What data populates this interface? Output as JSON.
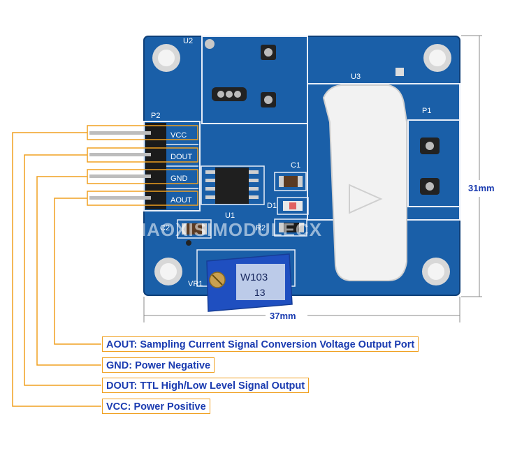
{
  "board": {
    "silk": {
      "u2": "U2",
      "u3": "U3",
      "p1": "P1",
      "p2": "P2",
      "c1": "C1",
      "c2": "C2",
      "d1": "D1",
      "r2": "R2",
      "u1": "U1",
      "vr1": "VR1"
    },
    "pins": [
      "VCC",
      "DOUT",
      "GND",
      "AOUT"
    ],
    "pot_marking_1": "W103",
    "pot_marking_2": "13",
    "watermark": "SHAOXISIMODULECX"
  },
  "dimensions": {
    "height": "31mm",
    "width": "37mm"
  },
  "legend": [
    {
      "pin": "AOUT:",
      "desc": "Sampling Current Signal Conversion Voltage Output Port"
    },
    {
      "pin": "GND:",
      "desc": "Power Negative"
    },
    {
      "pin": "DOUT:",
      "desc": "TTL High/Low Level Signal Output"
    },
    {
      "pin": "VCC:",
      "desc": "Power Positive"
    }
  ],
  "colors": {
    "pcb": "#1a5fa8",
    "pcb_dark": "#0f4a8a",
    "leader": "#f0a020",
    "text": "#1a3bb0"
  }
}
